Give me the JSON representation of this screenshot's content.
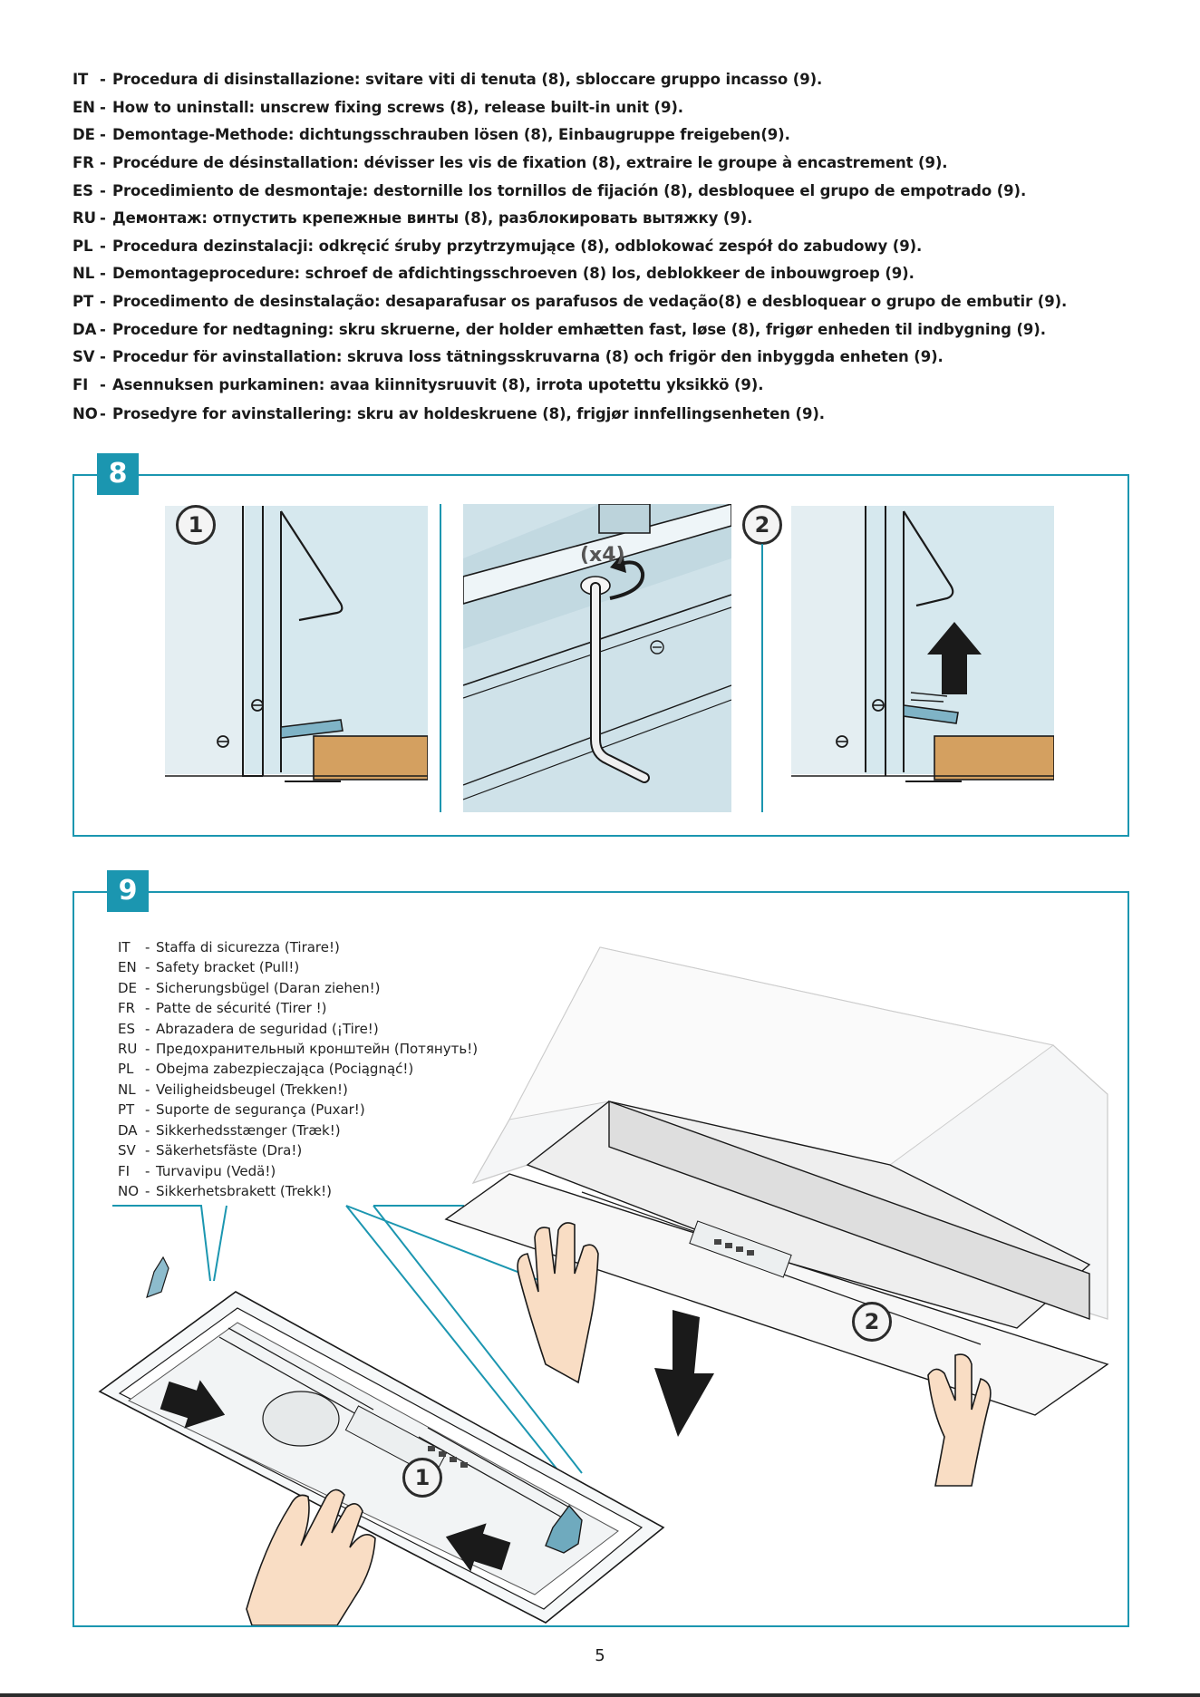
{
  "instructions": [
    {
      "code": "IT",
      "text": "Procedura di disinstallazione: svitare viti di tenuta (8), sbloccare gruppo incasso (9)."
    },
    {
      "code": "EN",
      "text": "How to uninstall: unscrew fixing screws (8), release built-in unit (9)."
    },
    {
      "code": "DE",
      "text": "Demontage-Methode: dichtungsschrauben lösen (8), Einbaugruppe freigeben(9)."
    },
    {
      "code": "FR",
      "text": "Procédure de désinstallation: dévisser les vis de fixation (8), extraire le groupe à encastrement (9)."
    },
    {
      "code": "ES",
      "text": "Procedimiento de desmontaje: destornille los tornillos de fijación (8), desbloquee el grupo de empotrado (9)."
    },
    {
      "code": "RU",
      "text": "Демонтаж: отпустить крепежные винты (8), разблокировать вытяжку (9)."
    },
    {
      "code": "PL",
      "text": "Procedura dezinstalacji: odkręcić śruby przytrzymujące (8), odblokować zespół do zabudowy (9)."
    },
    {
      "code": "NL",
      "text": "Demontageprocedure: schroef de afdichtingsschroeven (8) los, deblokkeer de inbouwgroep (9)."
    },
    {
      "code": "PT",
      "text": "Procedimento de desinstalação: desaparafusar os parafusos de vedação(8) e desbloquear o grupo de embutir (9)."
    },
    {
      "code": "DA",
      "text": "Procedure for nedtagning: skru skruerne, der holder emhætten fast, løse (8), frigør enheden til indbygning (9)."
    },
    {
      "code": "SV",
      "text": "Procedur för avinstallation: skruva loss tätningsskruvarna (8) och frigör den inbyggda enheten (9)."
    },
    {
      "code": "FI",
      "text": "Asennuksen purkaminen: avaa kiinnitysruuvit (8), irrota upotettu yksikkö (9)."
    },
    {
      "code": "NO",
      "text": "Prosedyre for avinstallering: skru av holdeskruene (8), frigjør innfellingsenheten (9)."
    }
  ],
  "section8": {
    "badge": "8",
    "step1": "1",
    "step2": "2",
    "count_label": "(x4)"
  },
  "section9": {
    "badge": "9",
    "step1": "1",
    "step2": "2",
    "legend": [
      {
        "code": "IT",
        "text": "Staffa di sicurezza (Tirare!)"
      },
      {
        "code": "EN",
        "text": "Safety bracket (Pull!)"
      },
      {
        "code": "DE",
        "text": "Sicherungsbügel (Daran ziehen!)"
      },
      {
        "code": "FR",
        "text": "Patte de sécurité (Tirer !)"
      },
      {
        "code": "ES",
        "text": "Abrazadera de seguridad (¡Tire!)"
      },
      {
        "code": "RU",
        "text": "Предохранительный кронштейн (Потянуть!)"
      },
      {
        "code": "PL",
        "text": "Obejma zabezpieczająca (Pociągnąć!)"
      },
      {
        "code": "NL",
        "text": "Veiligheidsbeugel (Trekken!)"
      },
      {
        "code": "PT",
        "text": "Suporte de segurança (Puxar!)"
      },
      {
        "code": "DA",
        "text": "Sikkerhedsstænger (Træk!)"
      },
      {
        "code": "SV",
        "text": "Säkerhetsfäste (Dra!)"
      },
      {
        "code": "FI",
        "text": "Turvavipu (Vedä!)"
      },
      {
        "code": "NO",
        "text": "Sikkerhetsbrakett (Trekk!)"
      }
    ]
  },
  "colors": {
    "accent": "#1b96b0",
    "panel_blue": "#d6e8ee",
    "wood": "#d4a060",
    "arrow": "#1a1a1a",
    "skin": "#f9ddc4"
  },
  "page_number": "5"
}
